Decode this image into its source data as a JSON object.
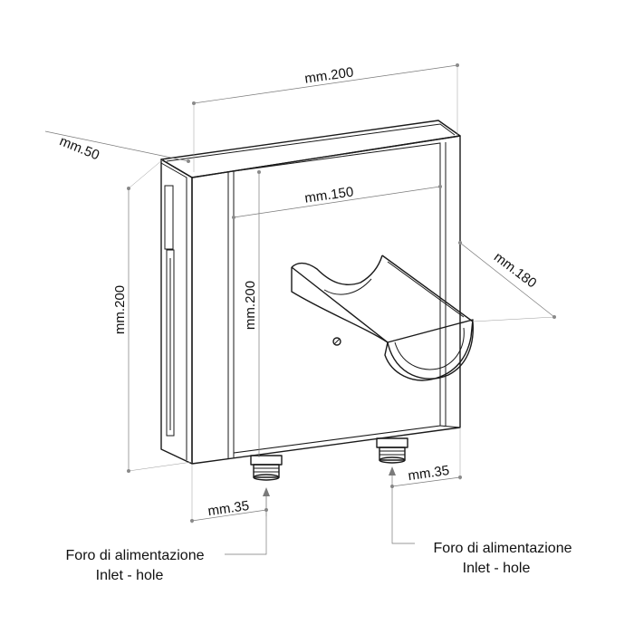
{
  "dimensions": {
    "top_width": "mm.200",
    "side_depth": "mm.50",
    "inner_width": "mm.150",
    "holder_length": "mm.180",
    "side_height": "mm.200",
    "front_height": "mm.200",
    "left_pipe_offset": "mm.35",
    "right_pipe_offset": "mm.35"
  },
  "notes": {
    "left": {
      "line1": "Foro di alimentazione",
      "line2": "Inlet - hole"
    },
    "right": {
      "line1": "Foro di alimentazione",
      "line2": "Inlet - hole"
    }
  },
  "colors": {
    "line": "#1a1a1a",
    "panel_face": "#f4f4f4",
    "panel_side": "#e4e4e4",
    "dimension": "#7a7a7a"
  }
}
